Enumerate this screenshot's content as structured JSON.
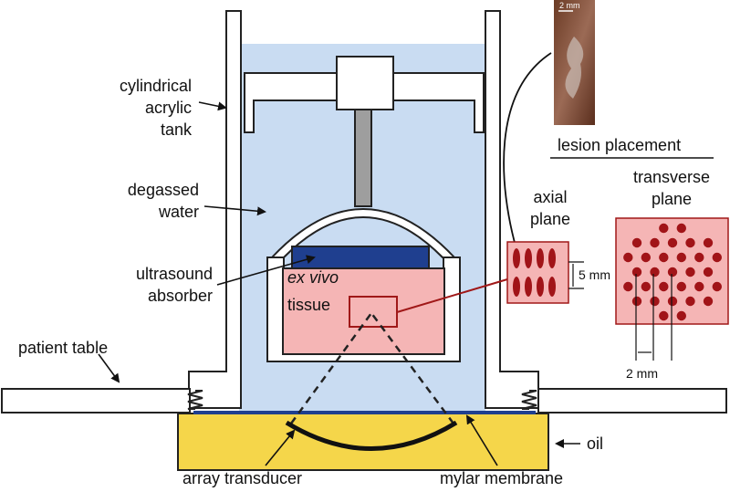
{
  "labels": {
    "tank_line1": "cylindrical",
    "tank_line2": "acrylic",
    "tank_line3": "tank",
    "water_line1": "degassed",
    "water_line2": "water",
    "absorber_line1": "ultrasound",
    "absorber_line2": "absorber",
    "tissue_line1": "ex vivo",
    "tissue_line2": "tissue",
    "patient_table": "patient table",
    "oil": "oil",
    "array_transducer": "array transducer",
    "mylar_membrane": "mylar membrane",
    "lesion_placement": "lesion placement",
    "axial_line1": "axial",
    "axial_line2": "plane",
    "transverse_line1": "transverse",
    "transverse_line2": "plane",
    "dim_5mm": "5 mm",
    "dim_2mm": "2 mm",
    "photo_scale": "2 mm"
  },
  "colors": {
    "water": "#c9dcf2",
    "absorber": "#1f3f8f",
    "tissue": "#f5b5b5",
    "lesion": "#a11418",
    "oil": "#f5d64a",
    "tissue_outline": "#a01818",
    "structure": "#ffffff"
  }
}
